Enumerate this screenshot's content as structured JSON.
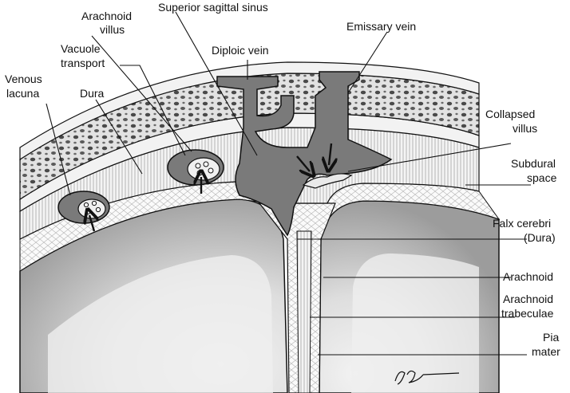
{
  "labels": {
    "arachnoid_villus": [
      "Arachnoid",
      "villus"
    ],
    "superior_sagittal_sinus": "Superior sagittal sinus",
    "emissary_vein": "Emissary vein",
    "diploic_vein": "Diploic vein",
    "vacuole_transport": [
      "Vacuole",
      "transport"
    ],
    "venous_lacuna": [
      "Venous",
      "lacuna"
    ],
    "dura": "Dura",
    "collapsed_villus": [
      "Collapsed",
      "villus"
    ],
    "subdural_space": [
      "Subdural",
      "space"
    ],
    "falx_cerebri": [
      "Falx cerebri",
      "(Dura)"
    ],
    "arachnoid": "Arachnoid",
    "arachnoid_trabeculae": [
      "Arachnoid",
      "trabeculae"
    ],
    "pia_mater": [
      "Pia",
      "mater"
    ]
  },
  "colors": {
    "ink": "#111111",
    "sinus": "#7a7a7a",
    "bone_plate": "#ececec",
    "diploe": "#cfcfcf",
    "dura": "#f0f0f0",
    "brain_outer": "#a5a5a5",
    "brain_inner": "#e9e9e9"
  }
}
